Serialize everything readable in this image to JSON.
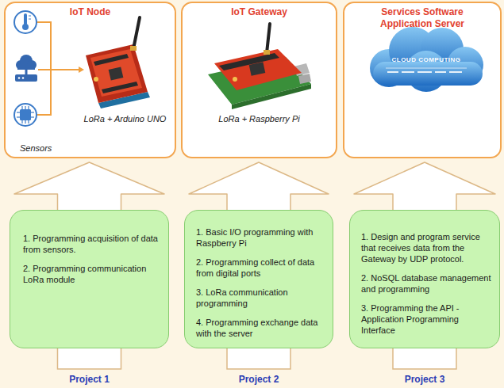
{
  "diagram": {
    "nodes": [
      {
        "text": [
          "IoT Node",
          "LoRa + Arduino UNO",
          "Sensors"
        ]
      },
      {
        "text": [
          "IoT Gateway",
          "LoRa + Raspberry Pi"
        ]
      },
      {
        "text": [
          "Services Software Application Server"
        ]
      },
      {
        "text": [
          "1. Programming acquisition of data from sensors.",
          "2. Programming communication LoRa module"
        ]
      },
      {
        "text": [
          "1. Basic I/O programming with Raspberry Pi",
          "2. Programming collect of data from digital ports",
          "3. LoRa communication programming",
          "4. Programming exchange data with the server"
        ]
      },
      {
        "text": [
          "1. Design and program service that receives data from the Gateway by UDP protocol.",
          "2. NoSQL database management and programming",
          "3. Programming the API - Application Programming Interface"
        ]
      }
    ],
    "edges": [
      {
        "from": 3,
        "to": 0,
        "arrow": "to"
      },
      {
        "from": 4,
        "to": 1,
        "arrow": "to"
      },
      {
        "from": 5,
        "to": 2,
        "arrow": "to"
      }
    ],
    "labels": [
      "CLOUD COMPUTING",
      "Project 1",
      "Project 2",
      "Project 3"
    ]
  }
}
